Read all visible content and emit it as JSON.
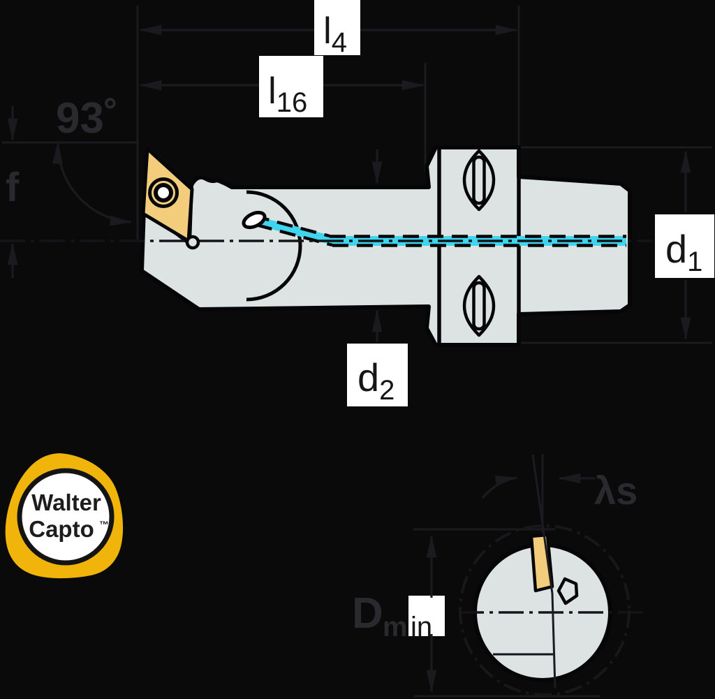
{
  "colors": {
    "background": "#0a0a0b",
    "body_gray": "#dde2e2",
    "insert_gold": "#f3cd7c",
    "logo_yellow": "#f1b40a",
    "coolant_cyan": "#3fd5ef",
    "outline_black": "#060608",
    "centerline": "#141418",
    "ref_line": "#1c1c20",
    "dash_circle": "#18181c",
    "dim_line": "#1b1b1f",
    "dim_text": "#2a2a2e",
    "label_bg": "#ffffff",
    "label_text": "#161616",
    "logo_ring": "#141414",
    "logo_text": "#1d1d1d"
  },
  "dimensions": {
    "l4": {
      "main": "l",
      "sub": "4"
    },
    "l16": {
      "main": "l",
      "sub": "16"
    },
    "d1": {
      "main": "d",
      "sub": "1"
    },
    "d2": {
      "main": "d",
      "sub": "2"
    },
    "dmin": {
      "main": "D",
      "sub_dark": "m",
      "sub_boxed": "in"
    },
    "angle": "93˚",
    "offset": "f",
    "inclination": "λs"
  },
  "logo": {
    "line1": "Walter",
    "line2": "Capto",
    "trademark": "™"
  }
}
